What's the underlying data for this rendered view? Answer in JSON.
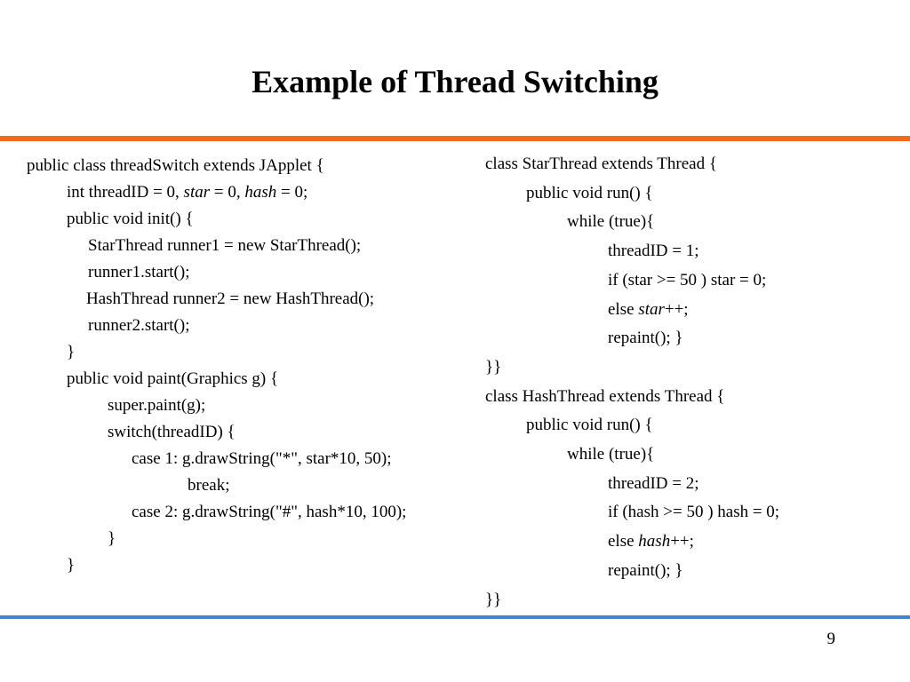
{
  "slide": {
    "title": "Example of Thread Switching",
    "page_number": "9",
    "accent_top": "#f26b1d",
    "accent_bottom": "#4a7fd6"
  },
  "left_code": {
    "lines": [
      {
        "segments": [
          {
            "text": "public class threadSwitch extends JApplet {"
          }
        ]
      },
      {
        "segments": [
          {
            "text": "int threadID = 0, "
          },
          {
            "text": "star",
            "italic": true
          },
          {
            "text": " = 0, "
          },
          {
            "text": "hash",
            "italic": true
          },
          {
            "text": " = 0;"
          }
        ]
      },
      {
        "segments": [
          {
            "text": "public void init() {"
          }
        ]
      },
      {
        "segments": [
          {
            "text": "StarThread runner1 = new StarThread();"
          }
        ]
      },
      {
        "segments": [
          {
            "text": "runner1.start();"
          }
        ]
      },
      {
        "segments": [
          {
            "text": "HashThread runner2 = new HashThread();"
          }
        ]
      },
      {
        "segments": [
          {
            "text": "runner2.start();"
          }
        ]
      },
      {
        "segments": [
          {
            "text": "}"
          }
        ]
      },
      {
        "segments": [
          {
            "text": "public void paint(Graphics g) {"
          }
        ]
      },
      {
        "segments": [
          {
            "text": "super.paint(g);"
          }
        ]
      },
      {
        "segments": [
          {
            "text": "switch(threadID) {"
          }
        ]
      },
      {
        "segments": [
          {
            "text": "case 1: g.drawString(\"*\", star*10, 50);"
          }
        ]
      },
      {
        "segments": [
          {
            "text": "break;"
          }
        ]
      },
      {
        "segments": [
          {
            "text": "case 2: g.drawString(\"#\", hash*10, 100);"
          }
        ]
      },
      {
        "segments": [
          {
            "text": "}"
          }
        ]
      },
      {
        "segments": [
          {
            "text": "}"
          }
        ]
      }
    ]
  },
  "right_code": {
    "lines": [
      {
        "segments": [
          {
            "text": "class StarThread extends Thread {"
          }
        ]
      },
      {
        "segments": [
          {
            "text": "public void run() {"
          }
        ]
      },
      {
        "segments": [
          {
            "text": "while (true){"
          }
        ]
      },
      {
        "segments": [
          {
            "text": "threadID = 1;"
          }
        ]
      },
      {
        "segments": [
          {
            "text": "if (star >= 50 ) star = 0;"
          }
        ]
      },
      {
        "segments": [
          {
            "text": "else "
          },
          {
            "text": "star",
            "italic": true
          },
          {
            "text": "++;"
          }
        ]
      },
      {
        "segments": [
          {
            "text": "repaint(); }"
          }
        ]
      },
      {
        "segments": [
          {
            "text": "}}"
          }
        ]
      },
      {
        "segments": [
          {
            "text": "class HashThread extends Thread {"
          }
        ]
      },
      {
        "segments": [
          {
            "text": "public void run() {"
          }
        ]
      },
      {
        "segments": [
          {
            "text": "while (true){"
          }
        ]
      },
      {
        "segments": [
          {
            "text": "threadID = 2;"
          }
        ]
      },
      {
        "segments": [
          {
            "text": "if (hash >= 50 ) hash = 0;"
          }
        ]
      },
      {
        "segments": [
          {
            "text": "else "
          },
          {
            "text": "hash",
            "italic": true
          },
          {
            "text": "++;"
          }
        ]
      },
      {
        "segments": [
          {
            "text": "repaint(); }"
          }
        ]
      },
      {
        "segments": [
          {
            "text": "}}"
          }
        ]
      }
    ]
  }
}
